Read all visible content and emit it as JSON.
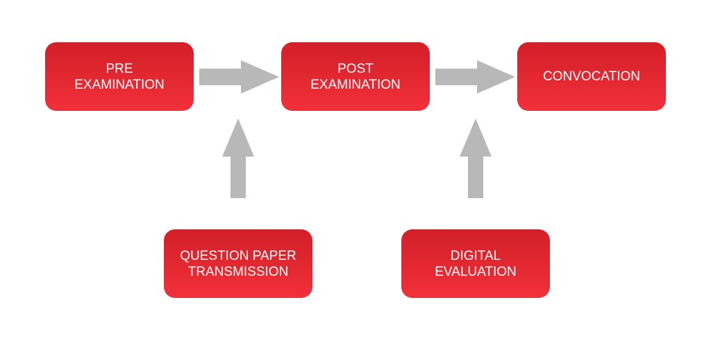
{
  "diagram": {
    "nodes": [
      {
        "id": "pre-examination",
        "label": "PRE\nEXAMINATION"
      },
      {
        "id": "post-examination",
        "label": "POST\nEXAMINATION"
      },
      {
        "id": "convocation",
        "label": "CONVOCATION"
      },
      {
        "id": "question-paper-transmission",
        "label": "QUESTION PAPER\nTRANSMISSION"
      },
      {
        "id": "digital-evaluation",
        "label": "DIGITAL\nEVALUATION"
      }
    ],
    "edges": [
      {
        "from": "pre-examination",
        "to": "post-examination"
      },
      {
        "from": "post-examination",
        "to": "convocation"
      },
      {
        "from": "question-paper-transmission",
        "to": "pre-examination"
      },
      {
        "from": "digital-evaluation",
        "to": "post-examination"
      }
    ],
    "colors": {
      "box_top": "#d21f28",
      "box_bottom": "#f2303a",
      "arrow": "#b8b8b8",
      "text": "#ffffff"
    }
  }
}
